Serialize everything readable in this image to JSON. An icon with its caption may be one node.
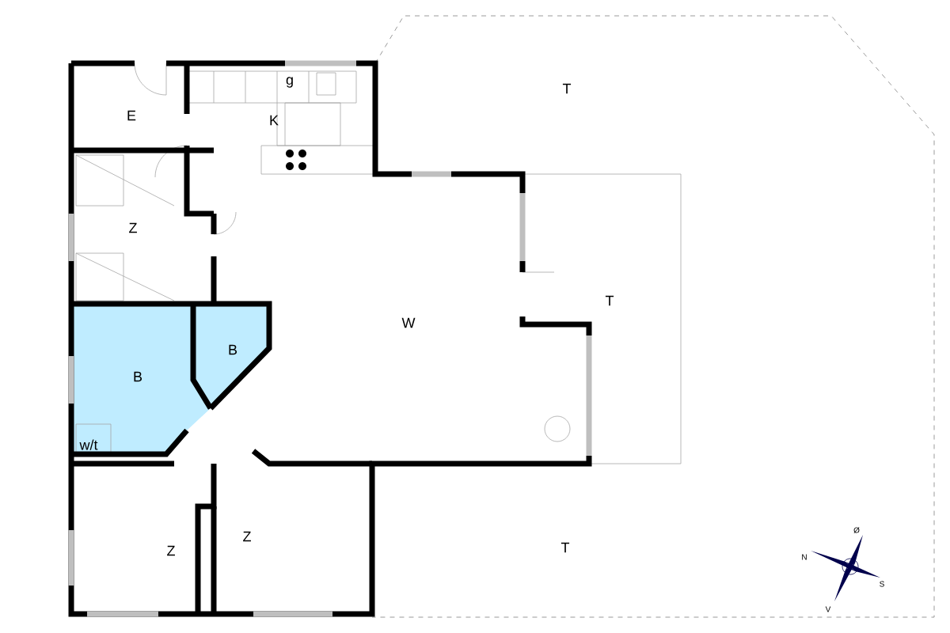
{
  "diagram": {
    "labels": [
      "T",
      "E",
      "g",
      "K",
      "Z",
      "T",
      "W",
      "B",
      "B",
      "w/t",
      "Z",
      "Z",
      "T",
      "Ø",
      "N",
      "S",
      "V"
    ]
  }
}
